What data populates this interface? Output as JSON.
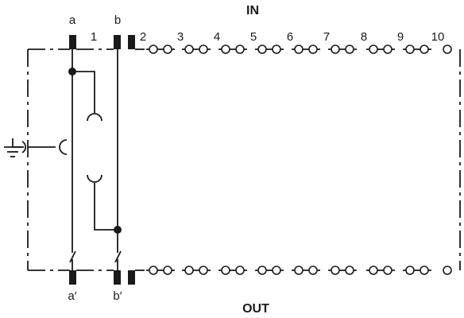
{
  "labels": {
    "in": "IN",
    "out": "OUT",
    "a": "a",
    "b": "b",
    "a_prime": "a′",
    "b_prime": "b′"
  },
  "pair_numbers": [
    "1",
    "2",
    "3",
    "4",
    "5",
    "6",
    "7",
    "8",
    "9",
    "10"
  ]
}
